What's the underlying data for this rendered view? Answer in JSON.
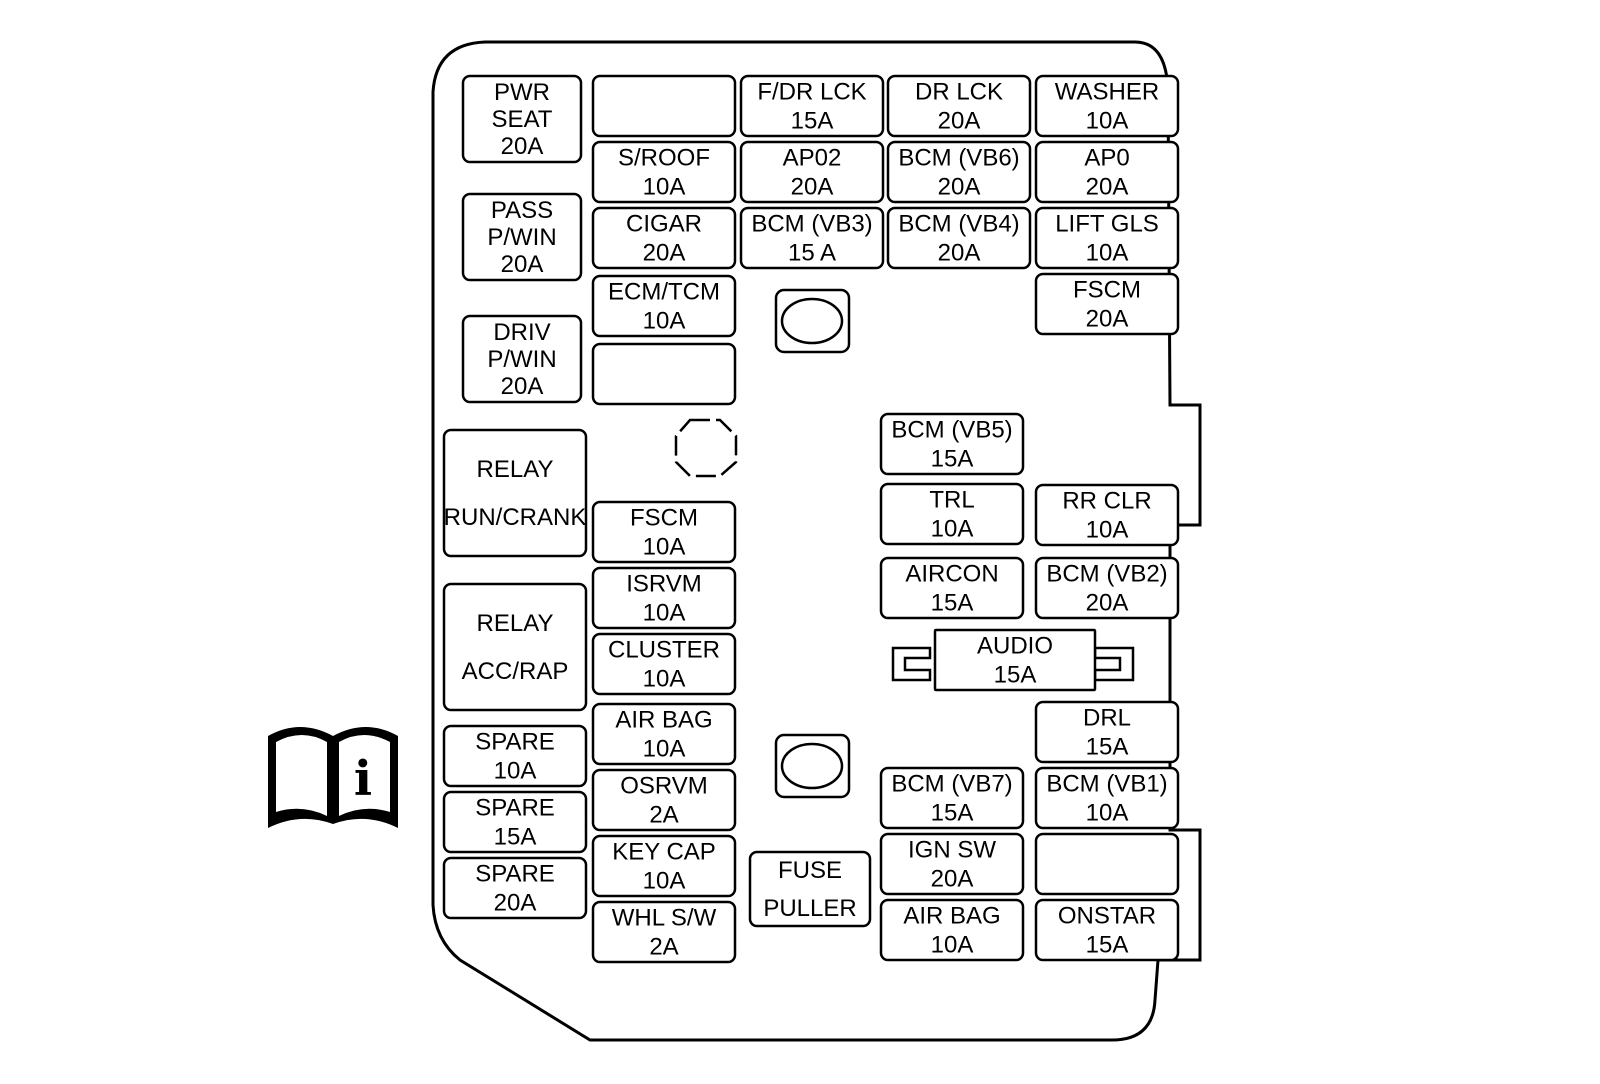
{
  "fuses": {
    "pwr_seat": [
      "PWR",
      "SEAT",
      "20A"
    ],
    "pass_pwin": [
      "PASS",
      "P/WIN",
      "20A"
    ],
    "driv_pwin": [
      "DRIV",
      "P/WIN",
      "20A"
    ],
    "relay_run_crank": [
      "RELAY",
      "RUN/CRANK"
    ],
    "relay_acc_rap": [
      "RELAY",
      "ACC/RAP"
    ],
    "spare_10": [
      "SPARE",
      "10A"
    ],
    "spare_15": [
      "SPARE",
      "15A"
    ],
    "spare_20": [
      "SPARE",
      "20A"
    ],
    "sroof": [
      "S/ROOF",
      "10A"
    ],
    "cigar": [
      "CIGAR",
      "20A"
    ],
    "ecm_tcm": [
      "ECM/TCM",
      "10A"
    ],
    "fscm_10": [
      "FSCM",
      "10A"
    ],
    "isrvm": [
      "ISRVM",
      "10A"
    ],
    "cluster": [
      "CLUSTER",
      "10A"
    ],
    "airbag_10_left": [
      "AIR BAG",
      "10A"
    ],
    "osrvm": [
      "OSRVM",
      "2A"
    ],
    "key_cap": [
      "KEY CAP",
      "10A"
    ],
    "whl_sw": [
      "WHL S/W",
      "2A"
    ],
    "fdr_lck": [
      "F/DR LCK",
      "15A"
    ],
    "ap02": [
      "AP02",
      "20A"
    ],
    "bcm_vb3": [
      "BCM (VB3)",
      "15 A"
    ],
    "fuse_puller": [
      "FUSE",
      "PULLER"
    ],
    "dr_lck": [
      "DR LCK",
      "20A"
    ],
    "bcm_vb6": [
      "BCM (VB6)",
      "20A"
    ],
    "bcm_vb4": [
      "BCM (VB4)",
      "20A"
    ],
    "washer": [
      "WASHER",
      "10A"
    ],
    "ap0": [
      "AP0",
      "20A"
    ],
    "lift_gls": [
      "LIFT GLS",
      "10A"
    ],
    "fscm_20": [
      "FSCM",
      "20A"
    ],
    "bcm_vb5": [
      "BCM (VB5)",
      "15A"
    ],
    "trl": [
      "TRL",
      "10A"
    ],
    "rr_clr": [
      "RR CLR",
      "10A"
    ],
    "aircon": [
      "AIRCON",
      "15A"
    ],
    "bcm_vb2": [
      "BCM (VB2)",
      "20A"
    ],
    "audio": [
      "AUDIO",
      "15A"
    ],
    "drl": [
      "DRL",
      "15A"
    ],
    "bcm_vb7": [
      "BCM (VB7)",
      "15A"
    ],
    "bcm_vb1": [
      "BCM (VB1)",
      "10A"
    ],
    "ign_sw": [
      "IGN SW",
      "20A"
    ],
    "airbag_10_right": [
      "AIR BAG",
      "10A"
    ],
    "onstar": [
      "ONSTAR",
      "15A"
    ]
  },
  "info_icon": {
    "icon": "manual-info-icon",
    "glyph": "i"
  }
}
